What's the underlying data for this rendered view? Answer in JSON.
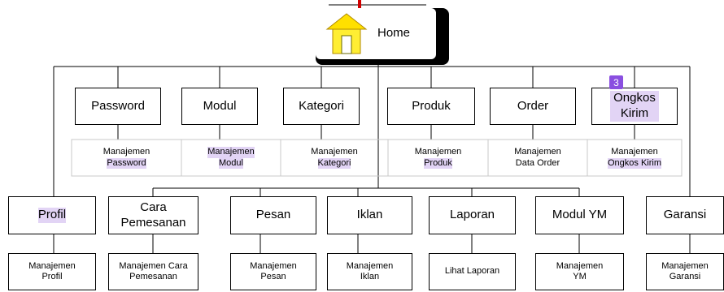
{
  "home": {
    "label": "Home"
  },
  "badge": "3",
  "top_row": [
    {
      "label": "Password",
      "desc": [
        "Manajemen",
        "Password"
      ],
      "hl_label": false,
      "hl_desc": [
        false,
        true
      ]
    },
    {
      "label": "Modul",
      "desc": [
        "Manajemen",
        "Modul"
      ],
      "hl_label": false,
      "hl_desc": [
        true,
        true
      ]
    },
    {
      "label": "Kategori",
      "desc": [
        "Manajemen",
        "Kategori"
      ],
      "hl_label": false,
      "hl_desc": [
        false,
        true
      ]
    },
    {
      "label": "Produk",
      "desc": [
        "Manajemen",
        "Produk"
      ],
      "hl_label": false,
      "hl_desc": [
        false,
        true
      ]
    },
    {
      "label": "Order",
      "desc": [
        "Manajemen",
        "Data Order"
      ],
      "hl_label": false,
      "hl_desc": [
        false,
        false
      ]
    },
    {
      "label": "Ongkos Kirim",
      "desc": [
        "Manajemen",
        "Ongkos Kirim"
      ],
      "hl_label": true,
      "hl_desc": [
        false,
        true
      ]
    }
  ],
  "bottom_row": [
    {
      "label": "Profil",
      "desc": [
        "Manajemen",
        "Profil"
      ],
      "hl_label": true
    },
    {
      "label": "Cara Pemesanan",
      "desc": [
        "Manajemen Cara",
        "Pemesanan"
      ],
      "hl_label": true
    },
    {
      "label": "Pesan",
      "desc": [
        "Manajemen",
        "Pesan"
      ],
      "hl_label": false
    },
    {
      "label": "Iklan",
      "desc": [
        "Manajemen",
        "Iklan"
      ],
      "hl_label": false
    },
    {
      "label": "Laporan",
      "desc": [
        "Lihat Laporan"
      ],
      "hl_label": false
    },
    {
      "label": "Modul YM",
      "desc": [
        "Manajemen",
        "YM"
      ],
      "hl_label": false
    },
    {
      "label": "Garansi",
      "desc": [
        "Manajemen",
        "Garansi"
      ],
      "hl_label": false
    }
  ]
}
